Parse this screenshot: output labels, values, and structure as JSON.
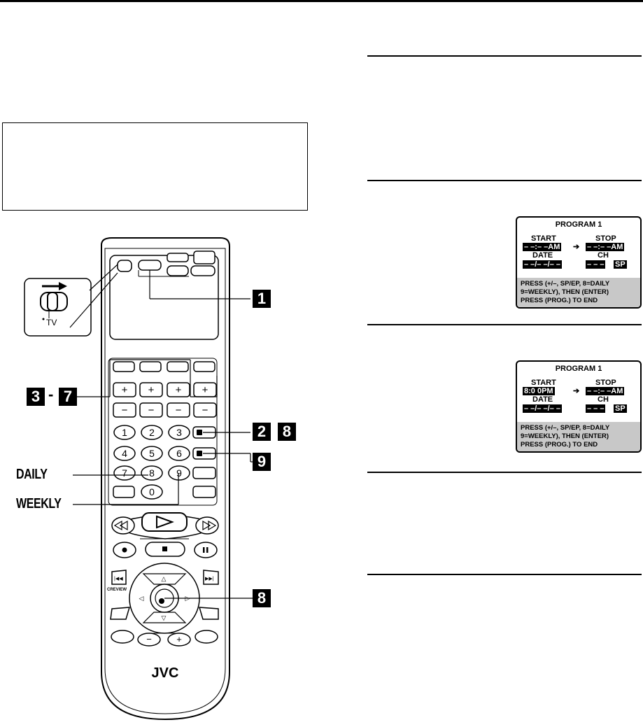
{
  "remote": {
    "brand": "JVC",
    "switch_label": "TV",
    "digits": [
      "1",
      "2",
      "3",
      "4",
      "5",
      "6",
      "7",
      "8",
      "9",
      "0"
    ],
    "plus": "+",
    "minus": "−",
    "creview": "CREVIEW"
  },
  "badges": {
    "b1": "1",
    "b3": "3",
    "b7": "7",
    "b2": "2",
    "b8a": "8",
    "b9": "9",
    "b8b": "8",
    "dash": "-"
  },
  "labels": {
    "daily": "DAILY",
    "weekly": "WEEKLY"
  },
  "osd1": {
    "title": "PROGRAM 1",
    "start_label": "START",
    "stop_label": "STOP",
    "start_value": "– –:– –AM",
    "stop_value": "– –:– –AM",
    "arrow": "➔",
    "date_label": "DATE",
    "ch_label": "CH",
    "date_value": "– –/– –/– –",
    "ch_value": "– – –",
    "speed": "SP",
    "footer": [
      "PRESS (+/–, SP/EP, 8=DAILY",
      "9=WEEKLY), THEN (ENTER)",
      "PRESS (PROG.) TO END"
    ]
  },
  "osd2": {
    "title": "PROGRAM 1",
    "start_label": "START",
    "stop_label": "STOP",
    "start_value": "8:0 0PM",
    "stop_value": "– –:– –AM",
    "arrow": "➔",
    "date_label": "DATE",
    "ch_label": "CH",
    "date_value": "– –/– –/– –",
    "ch_value": "– – –",
    "speed": "SP",
    "footer": [
      "PRESS (+/–, SP/EP, 8=DAILY",
      "9=WEEKLY), THEN (ENTER)",
      "PRESS (PROG.) TO END"
    ]
  }
}
